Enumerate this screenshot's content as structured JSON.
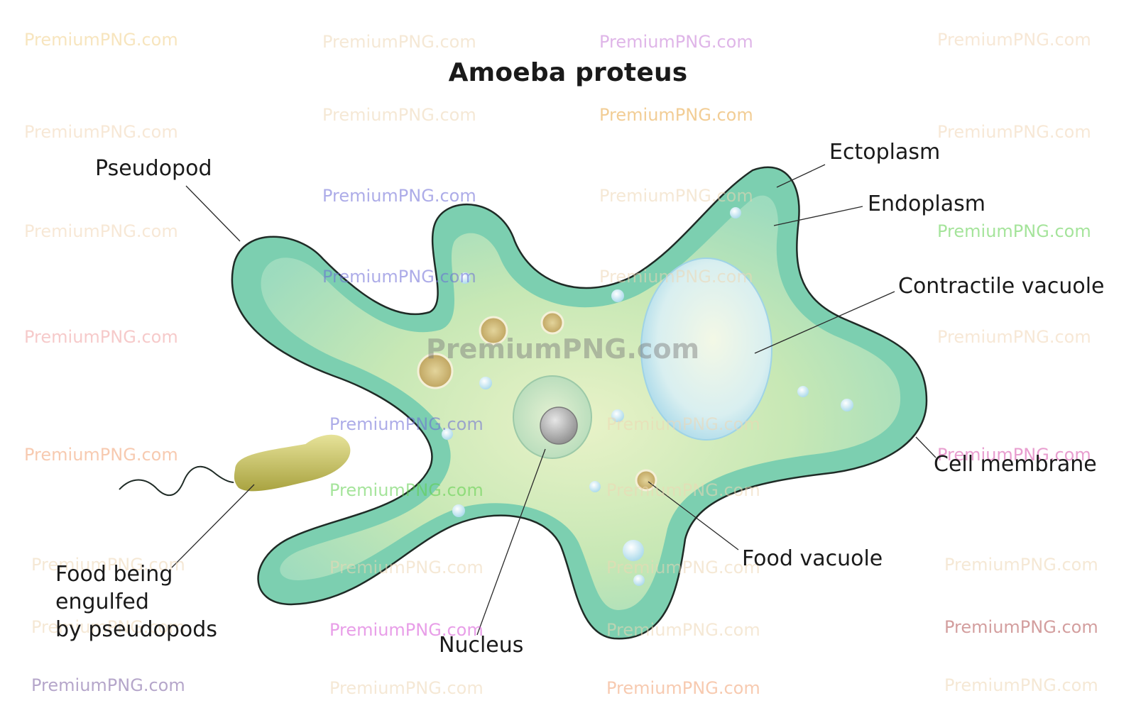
{
  "title": "Amoeba proteus",
  "labels": {
    "pseudopod": "Pseudopod",
    "ectoplasm": "Ectoplasm",
    "endoplasm": "Endoplasm",
    "contractile_vacuole": "Contractile vacuole",
    "cell_membrane": "Cell membrane",
    "food_vacuole": "Food vacuole",
    "nucleus": "Nucleus",
    "food_engulfed_line1": "Food being",
    "food_engulfed_line2": "engulfed",
    "food_engulfed_line3": "by pseudopods"
  },
  "watermark": {
    "text": "PremiumPNG.com"
  },
  "colors": {
    "ectoplasm": "#7fcfb2",
    "endoplasm": "#c9e7b6",
    "membrane": "#1f2b26",
    "contractile_vacuole": "#dff2f2",
    "nucleus": "#9a9a9a",
    "food_particle": "#c8b06a",
    "bacterium": "#c2bd5a"
  }
}
